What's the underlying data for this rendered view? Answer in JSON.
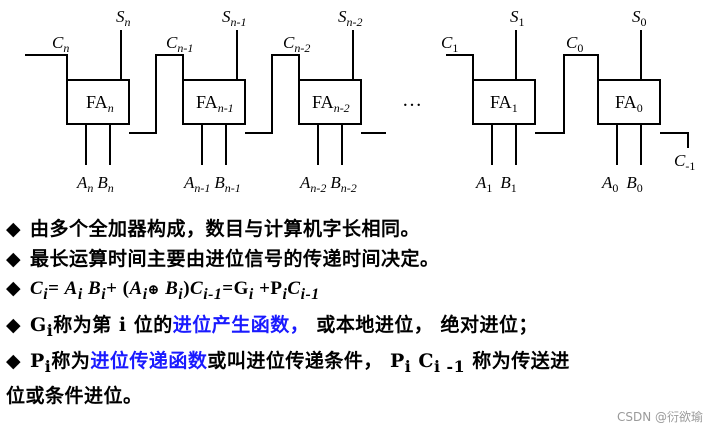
{
  "diagram": {
    "cells": [
      {
        "box": "FA",
        "box_sub": "n",
        "s_main": "S",
        "s_sub": "n",
        "a_main": "A",
        "a_sub": "n",
        "b_main": "B",
        "b_sub": "n",
        "c_main": "C",
        "c_sub": "n"
      },
      {
        "box": "FA",
        "box_sub": "n-1",
        "s_main": "S",
        "s_sub": "n-1",
        "a_main": "A",
        "a_sub": "n-1",
        "b_main": "B",
        "b_sub": "n-1",
        "c_main": "C",
        "c_sub": "n-1"
      },
      {
        "box": "FA",
        "box_sub": "n-2",
        "s_main": "S",
        "s_sub": "n-2",
        "a_main": "A",
        "a_sub": "n-2",
        "b_main": "B",
        "b_sub": "n-2",
        "c_main": "C",
        "c_sub": "n-2"
      },
      {
        "box": "FA",
        "box_sub": "1",
        "s_main": "S",
        "s_sub": "1",
        "a_main": "A",
        "a_sub": "1",
        "b_main": "B",
        "b_sub": "1",
        "c_main": "C",
        "c_sub": "1"
      },
      {
        "box": "FA",
        "box_sub": "0",
        "s_main": "S",
        "s_sub": "0",
        "a_main": "A",
        "a_sub": "0",
        "b_main": "B",
        "b_sub": "0",
        "c_main": "C",
        "c_sub": "0"
      }
    ],
    "ellipsis": "…",
    "carry_in_main": "C",
    "carry_in_sub": "-1"
  },
  "bullets": {
    "marker": "◆",
    "line1": "由多个全加器构成，数目与计算机字长相同。",
    "line2": "最长运算时间主要由进位信号的传递时间决定。",
    "line3": {
      "c": "C",
      "c_sub": "i",
      "eq": "=  ",
      "a": "A",
      "a_sub": "i",
      "b": " B",
      "b_sub": "i",
      "plus": "+  (",
      "a2": "A",
      "a2_sub": "i",
      "xor": "⊕",
      "b2": "  B",
      "b2_sub": "i",
      "close": ")",
      "c2": "C",
      "c2_sub": "i-1",
      "eq2": "=G",
      "g_sub": "i",
      "plus2": " +P",
      "p_sub": "i",
      "c3": "C",
      "c3_sub": "i-1"
    },
    "line4": {
      "g": "G",
      "g_sub": "i",
      "pre": "称为第 i 位的",
      "blue": "进位产生函数，",
      "post": " 或本地进位，  绝对进位；"
    },
    "line5": {
      "p": "P",
      "p_sub": "i",
      "pre": "称为",
      "blue": "进位传递函数",
      "mid": "或叫进位传递条件，  P",
      "mid_sub": "i",
      "c": " C",
      "c_sub": "i -1",
      "post": " 称为传送进"
    },
    "line6": "位或条件进位。"
  },
  "watermark": "CSDN @衍欲瑜"
}
